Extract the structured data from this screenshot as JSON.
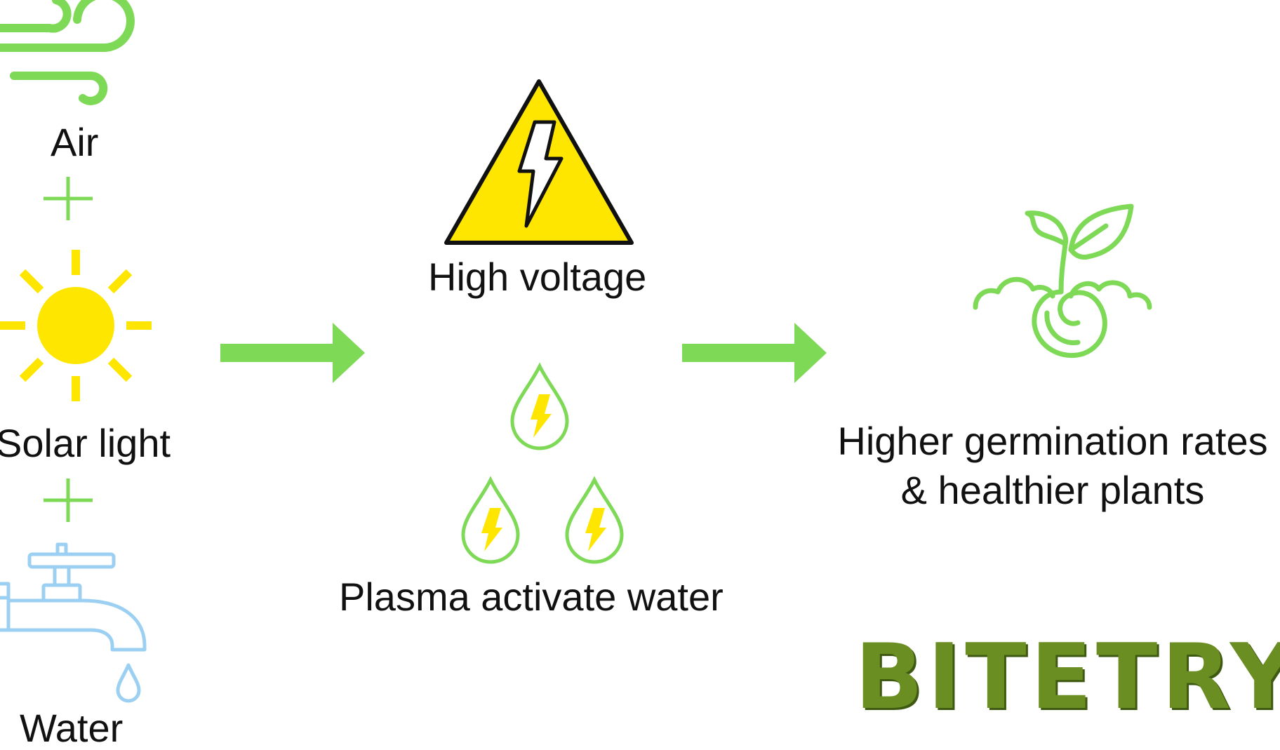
{
  "colors": {
    "green": "#7ed957",
    "yellow": "#ffe600",
    "blue": "#9cd0f2",
    "brand_green": "#6b8e23"
  },
  "inputs": {
    "air": {
      "label": "Air",
      "icon": "wind-icon"
    },
    "solar": {
      "label": "Solar light",
      "icon": "sun-icon"
    },
    "water": {
      "label": "Water",
      "icon": "faucet-icon"
    },
    "plus_icon": "plus-icon"
  },
  "process": {
    "high_voltage": {
      "label": "High voltage",
      "icon": "high-voltage-warning-icon"
    },
    "plasma_water": {
      "label": "Plasma activate water",
      "icon": "charged-water-drop-icon"
    }
  },
  "result": {
    "line1": "Higher germination rates",
    "line2": "& healthier plants",
    "icon": "sprouting-seed-icon"
  },
  "brand": {
    "text": "BITETRY"
  }
}
